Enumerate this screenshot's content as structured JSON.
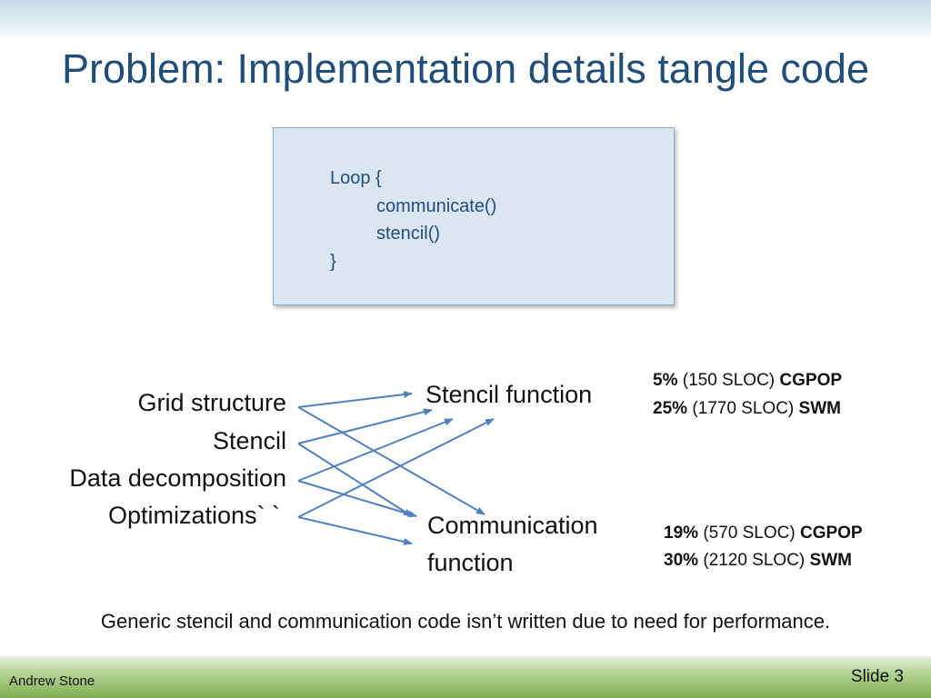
{
  "title": "Problem: Implementation details tangle code",
  "code": {
    "lines": [
      "Loop {",
      "communicate()",
      "stencil()",
      "}"
    ]
  },
  "left_items": [
    "Grid structure",
    "Stencil",
    "Data decomposition",
    "Optimizations`       `"
  ],
  "right_items": {
    "stencil": "Stencil function",
    "communication_line1": "Communication",
    "communication_line2": "function"
  },
  "stats_stencil": [
    {
      "pct": "5%",
      "sloc": "(150 SLOC)",
      "app": "CGPOP"
    },
    {
      "pct": "25%",
      "sloc": "(1770 SLOC)",
      "app": "SWM"
    }
  ],
  "stats_comm": [
    {
      "pct": "19%",
      "sloc": "(570 SLOC)",
      "app": "CGPOP"
    },
    {
      "pct": "30%",
      "sloc": "(2120 SLOC)",
      "app": "SWM"
    }
  ],
  "footnote": "Generic stencil and communication code isn’t written due to need for performance.",
  "footer": {
    "author": "Andrew Stone",
    "slide": "Slide 3"
  },
  "colors": {
    "title": "#1f4e79",
    "arrow": "#4f81bd",
    "code_box": "#dce6f2"
  }
}
